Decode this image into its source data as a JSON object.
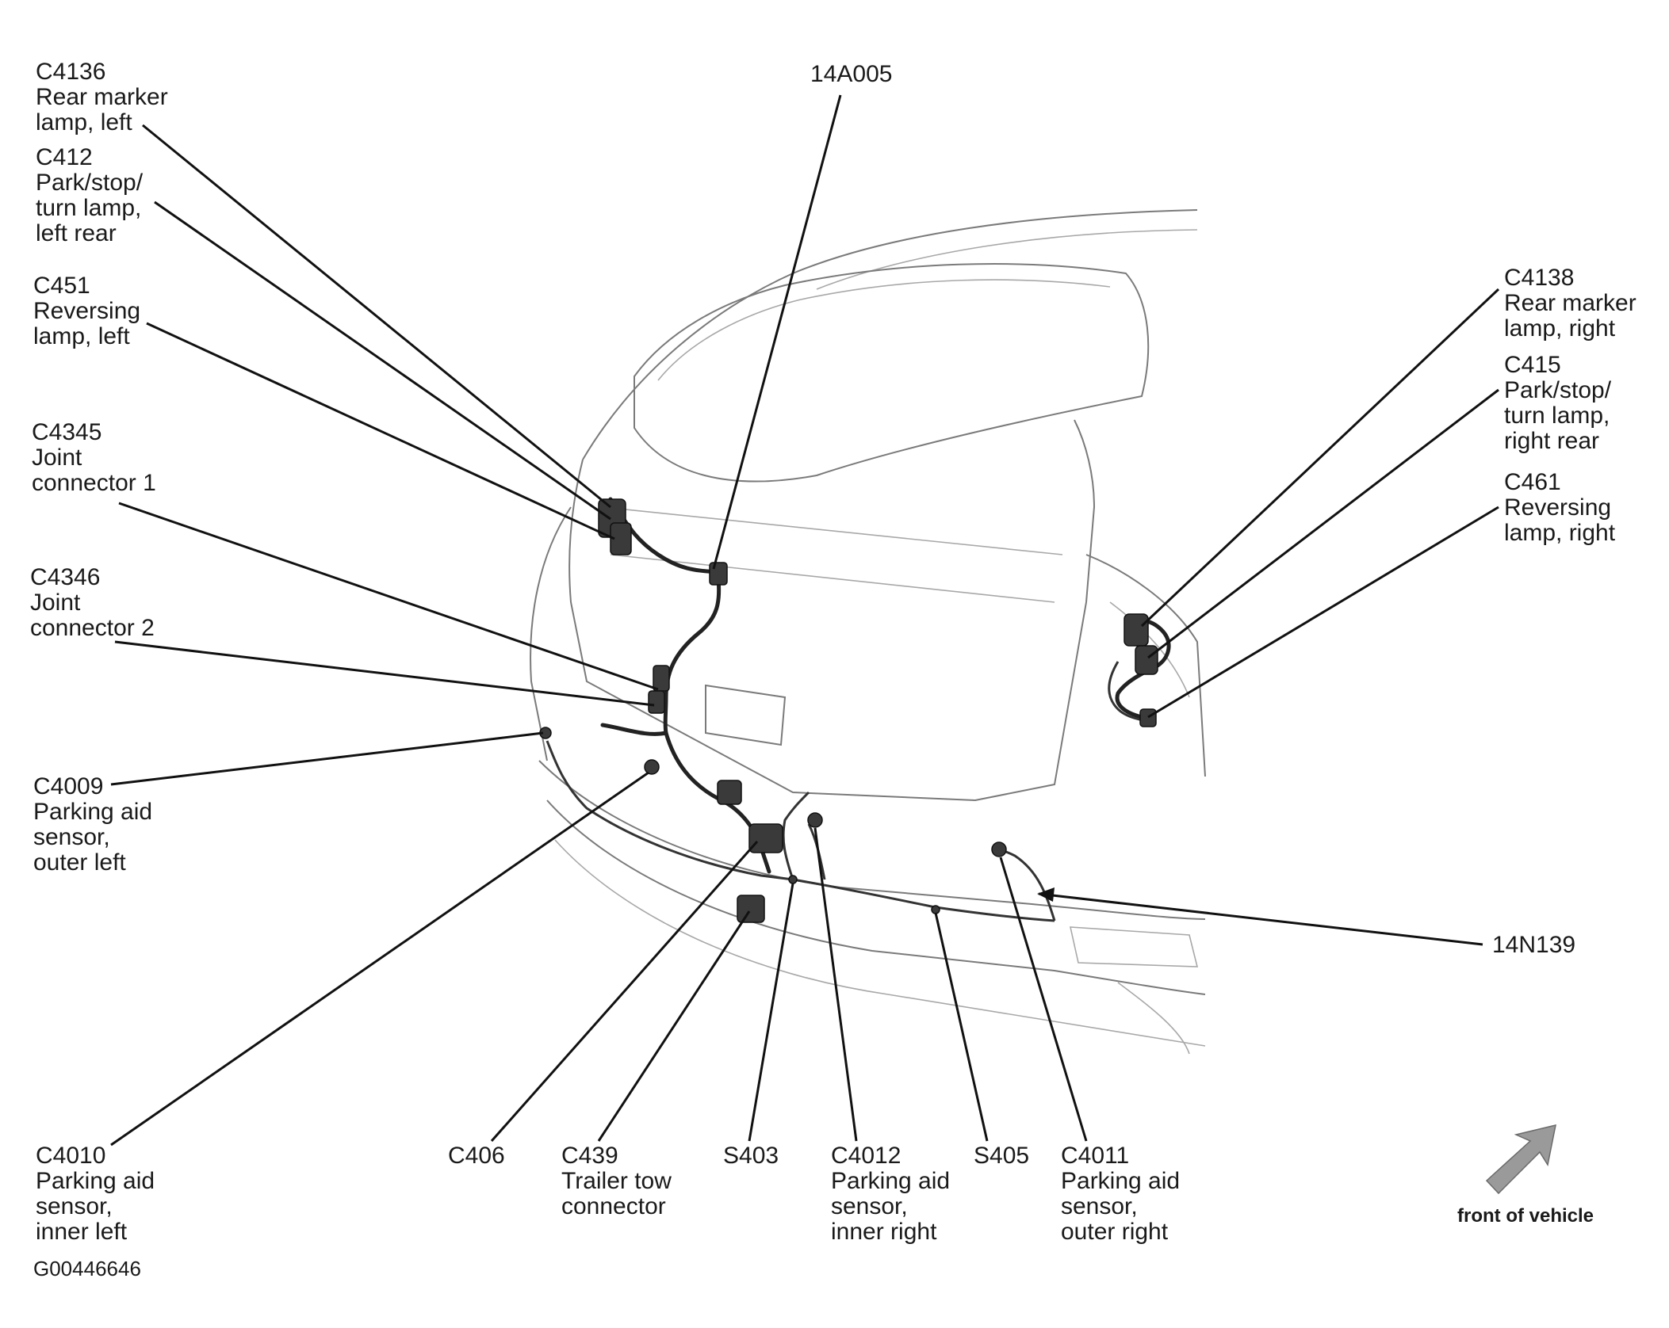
{
  "callouts": [
    {
      "id": "c4136",
      "lines": [
        "C4136",
        "Rear marker",
        "lamp, left"
      ]
    },
    {
      "id": "c412",
      "lines": [
        "C412",
        "Park/stop/",
        "turn lamp,",
        "left rear"
      ]
    },
    {
      "id": "c451",
      "lines": [
        "C451",
        "Reversing",
        "lamp, left"
      ]
    },
    {
      "id": "c4345",
      "lines": [
        "C4345",
        "Joint",
        "connector 1"
      ]
    },
    {
      "id": "c4346",
      "lines": [
        "C4346",
        "Joint",
        "connector 2"
      ]
    },
    {
      "id": "c4009",
      "lines": [
        "C4009",
        "Parking aid",
        "sensor,",
        "outer left"
      ]
    },
    {
      "id": "c4010",
      "lines": [
        "C4010",
        "Parking aid",
        "sensor,",
        "inner left"
      ]
    },
    {
      "id": "c406",
      "lines": [
        "C406"
      ]
    },
    {
      "id": "c439",
      "lines": [
        "C439",
        "Trailer tow",
        "connector"
      ]
    },
    {
      "id": "s403",
      "lines": [
        "S403"
      ]
    },
    {
      "id": "c4012",
      "lines": [
        "C4012",
        "Parking aid",
        "sensor,",
        "inner right"
      ]
    },
    {
      "id": "s405",
      "lines": [
        "S405"
      ]
    },
    {
      "id": "c4011",
      "lines": [
        "C4011",
        "Parking aid",
        "sensor,",
        "outer right"
      ]
    },
    {
      "id": "14a005",
      "lines": [
        "14A005"
      ]
    },
    {
      "id": "c4138",
      "lines": [
        "C4138",
        "Rear marker",
        "lamp, right"
      ]
    },
    {
      "id": "c415",
      "lines": [
        "C415",
        "Park/stop/",
        "turn lamp,",
        "right rear"
      ]
    },
    {
      "id": "c461",
      "lines": [
        "C461",
        "Reversing",
        "lamp, right"
      ]
    },
    {
      "id": "14n139",
      "lines": [
        "14N139"
      ]
    }
  ],
  "front_of_vehicle_label": "front of vehicle",
  "figure_id": "G00446646",
  "arrow_color": "#9a9a9a"
}
